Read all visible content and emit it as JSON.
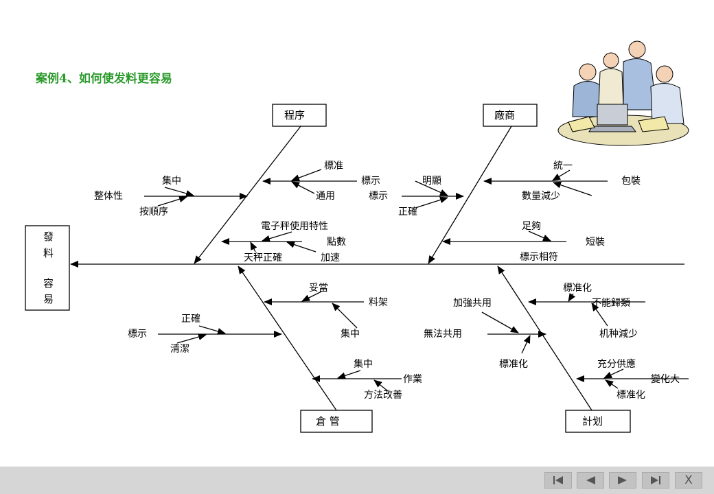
{
  "title": "案例4、如何使发料更容易",
  "head": [
    "發",
    "料",
    "容",
    "易"
  ],
  "categories": {
    "process": "程序",
    "vendor": "廠商",
    "warehouse": "倉 管",
    "plan": "計划"
  },
  "causes": {
    "jizhong": "集中",
    "zhengtixing": "整体性",
    "anshunxu": "按順序",
    "biaozhun": "標准",
    "tongyong": "通用",
    "dianzi": "電子秤使用特性",
    "dianshu": "點數",
    "tianping": "天秤正確",
    "jiasu": "加速",
    "biaoshi_v": "標示",
    "mingxian": "明顯",
    "biaoshi_v2": "標示",
    "zhengque_v": "正確",
    "tongyi": "統一",
    "baozhuang": "包裝",
    "shuliang": "數量減少",
    "zugou": "足夠",
    "duanzhuang": "短裝",
    "biaoshixiangfu": "標示相符",
    "tuodang": "妥當",
    "liaojia": "料架",
    "jizhong_w": "集中",
    "zhengque_w": "正確",
    "biaoshi_w": "標示",
    "qingjie": "清潔",
    "jizhong_w2": "集中",
    "zuoye": "作業",
    "fangfa": "方法改善",
    "biaozhunhua1": "標准化",
    "bunengguilei": "不能歸類",
    "jiaqiang": "加強共用",
    "jizhong_p": "机种減少",
    "wufa": "無法共用",
    "biaozhunhua2": "標准化",
    "chongfen": "充分供應",
    "bianhua": "變化大",
    "biaozhunhua3": "標准化"
  },
  "nav": {
    "first_icon": "first-page-icon",
    "prev_icon": "prev-page-icon",
    "next_icon": "next-page-icon",
    "last_icon": "last-page-icon",
    "close_label": "X"
  }
}
